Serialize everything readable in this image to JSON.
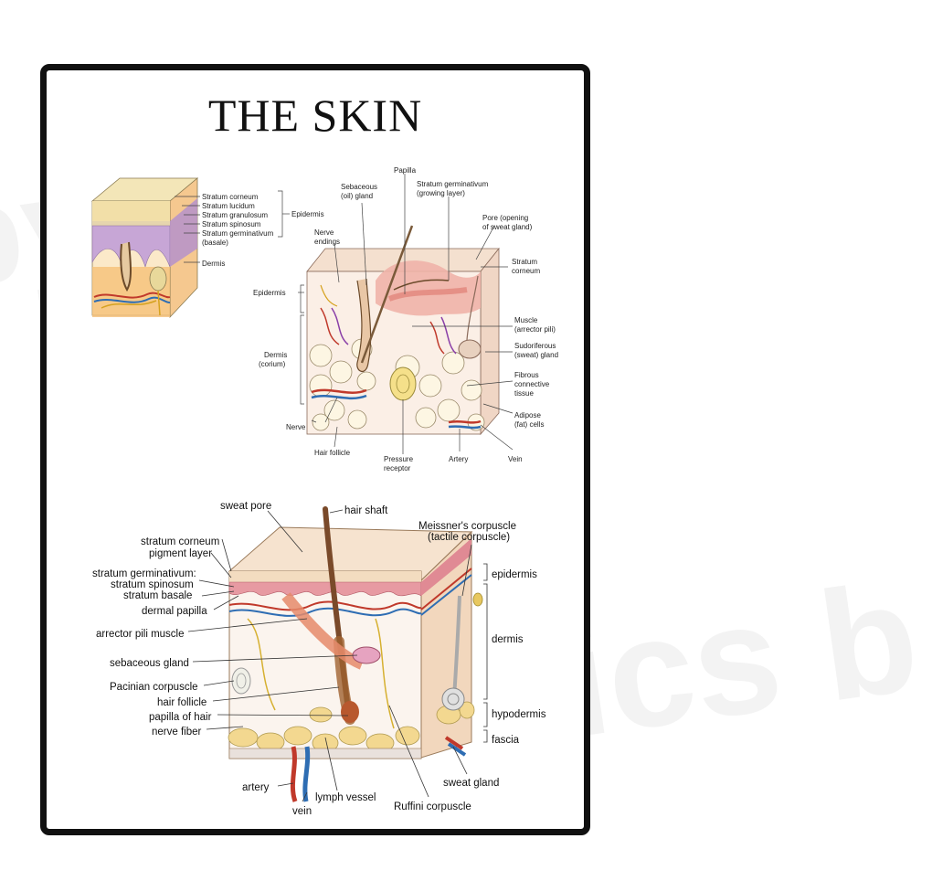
{
  "title": "THE SKIN",
  "watermark": [
    "pyLiQuid.",
    "raphics b"
  ],
  "diagram1": {
    "layers": [
      "Stratum corneum",
      "Stratum lucidum",
      "Stratum granulosum",
      "Stratum spinosum",
      "Stratum germinativum",
      "(basale)"
    ],
    "epidermis": "Epidermis",
    "dermis": "Dermis"
  },
  "diagram2": {
    "sebaceous": [
      "Sebaceous",
      "(oil) gland"
    ],
    "papilla": "Papilla",
    "germinativum": [
      "Stratum germinativum",
      "(growing layer)"
    ],
    "pore": [
      "Pore (opening",
      "of sweat gland)"
    ],
    "nerve_endings": [
      "Nerve",
      "endings"
    ],
    "stratum_corneum": [
      "Stratum",
      "corneum"
    ],
    "epidermis": "Epidermis",
    "muscle": [
      "Muscle",
      "(arrector pili)"
    ],
    "dermis": [
      "Dermis",
      "(corium)"
    ],
    "sudoriferous": [
      "Sudoriferous",
      "(sweat) gland"
    ],
    "fibrous": [
      "Fibrous",
      "connective",
      "tissue"
    ],
    "adipose": [
      "Adipose",
      "(fat) cells"
    ],
    "nerve": "Nerve",
    "hair_follicle": "Hair follicle",
    "pressure": [
      "Pressure",
      "receptor"
    ],
    "artery": "Artery",
    "vein": "Vein"
  },
  "diagram3": {
    "sweat_pore": "sweat pore",
    "hair_shaft": "hair shaft",
    "meissner": [
      "Meissner's corpuscle",
      "(tactile corpuscle)"
    ],
    "stratum_corneum": "stratum corneum",
    "pigment": "pigment layer",
    "germinativum": "stratum germinativum:",
    "spinosum": "stratum spinosum",
    "basale": "stratum basale",
    "dermal_papilla": "dermal papilla",
    "arrector": "arrector pili muscle",
    "sebaceous": "sebaceous gland",
    "pacinian": "Pacinian corpuscle",
    "hair_follicle": "hair follicle",
    "papilla_hair": "papilla of hair",
    "nerve_fiber": "nerve fiber",
    "artery": "artery",
    "vein": "vein",
    "lymph": "lymph vessel",
    "ruffini": "Ruffini corpuscle",
    "sweat_gland": "sweat gland",
    "epidermis": "epidermis",
    "dermis": "dermis",
    "hypodermis": "hypodermis",
    "fascia": "fascia"
  }
}
